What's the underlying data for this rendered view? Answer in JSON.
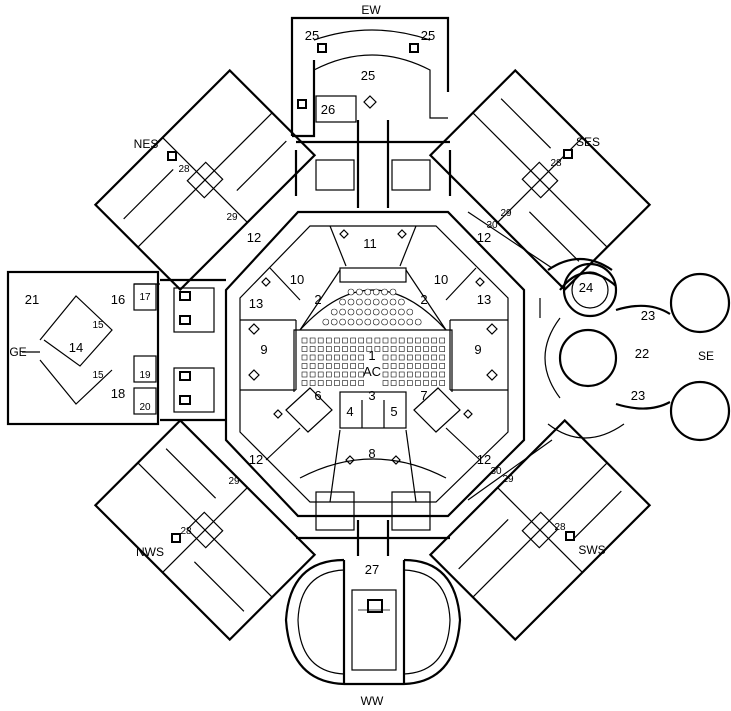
{
  "wings": {
    "ew": "EW",
    "ww": "WW",
    "ge": "GE",
    "se": "SE",
    "nes": "NES",
    "ses": "SES",
    "nws": "NWS",
    "sws": "SWS",
    "ac": "AC"
  },
  "rooms": {
    "r1": "1",
    "r2a": "2",
    "r2b": "2",
    "r3": "3",
    "r4": "4",
    "r5": "5",
    "r6": "6",
    "r7": "7",
    "r8": "8",
    "r9a": "9",
    "r9b": "9",
    "r10a": "10",
    "r10b": "10",
    "r11": "11",
    "r12a": "12",
    "r12b": "12",
    "r12c": "12",
    "r12d": "12",
    "r13a": "13",
    "r13b": "13",
    "r14": "14",
    "r15a": "15",
    "r15b": "15",
    "r16": "16",
    "r17": "17",
    "r18": "18",
    "r19": "19",
    "r20": "20",
    "r21": "21",
    "r22": "22",
    "r23a": "23",
    "r23b": "23",
    "r24": "24",
    "r25a": "25",
    "r25b": "25",
    "r25c": "25",
    "r26": "26",
    "r27": "27",
    "r28a": "28",
    "r28b": "28",
    "r28c": "28",
    "r28d": "28",
    "r29a": "29",
    "r29b": "29",
    "r29c": "29",
    "r29d": "29",
    "r30a": "30",
    "r30b": "30"
  },
  "colors": {
    "ink": "#000000",
    "paper": "#ffffff"
  }
}
